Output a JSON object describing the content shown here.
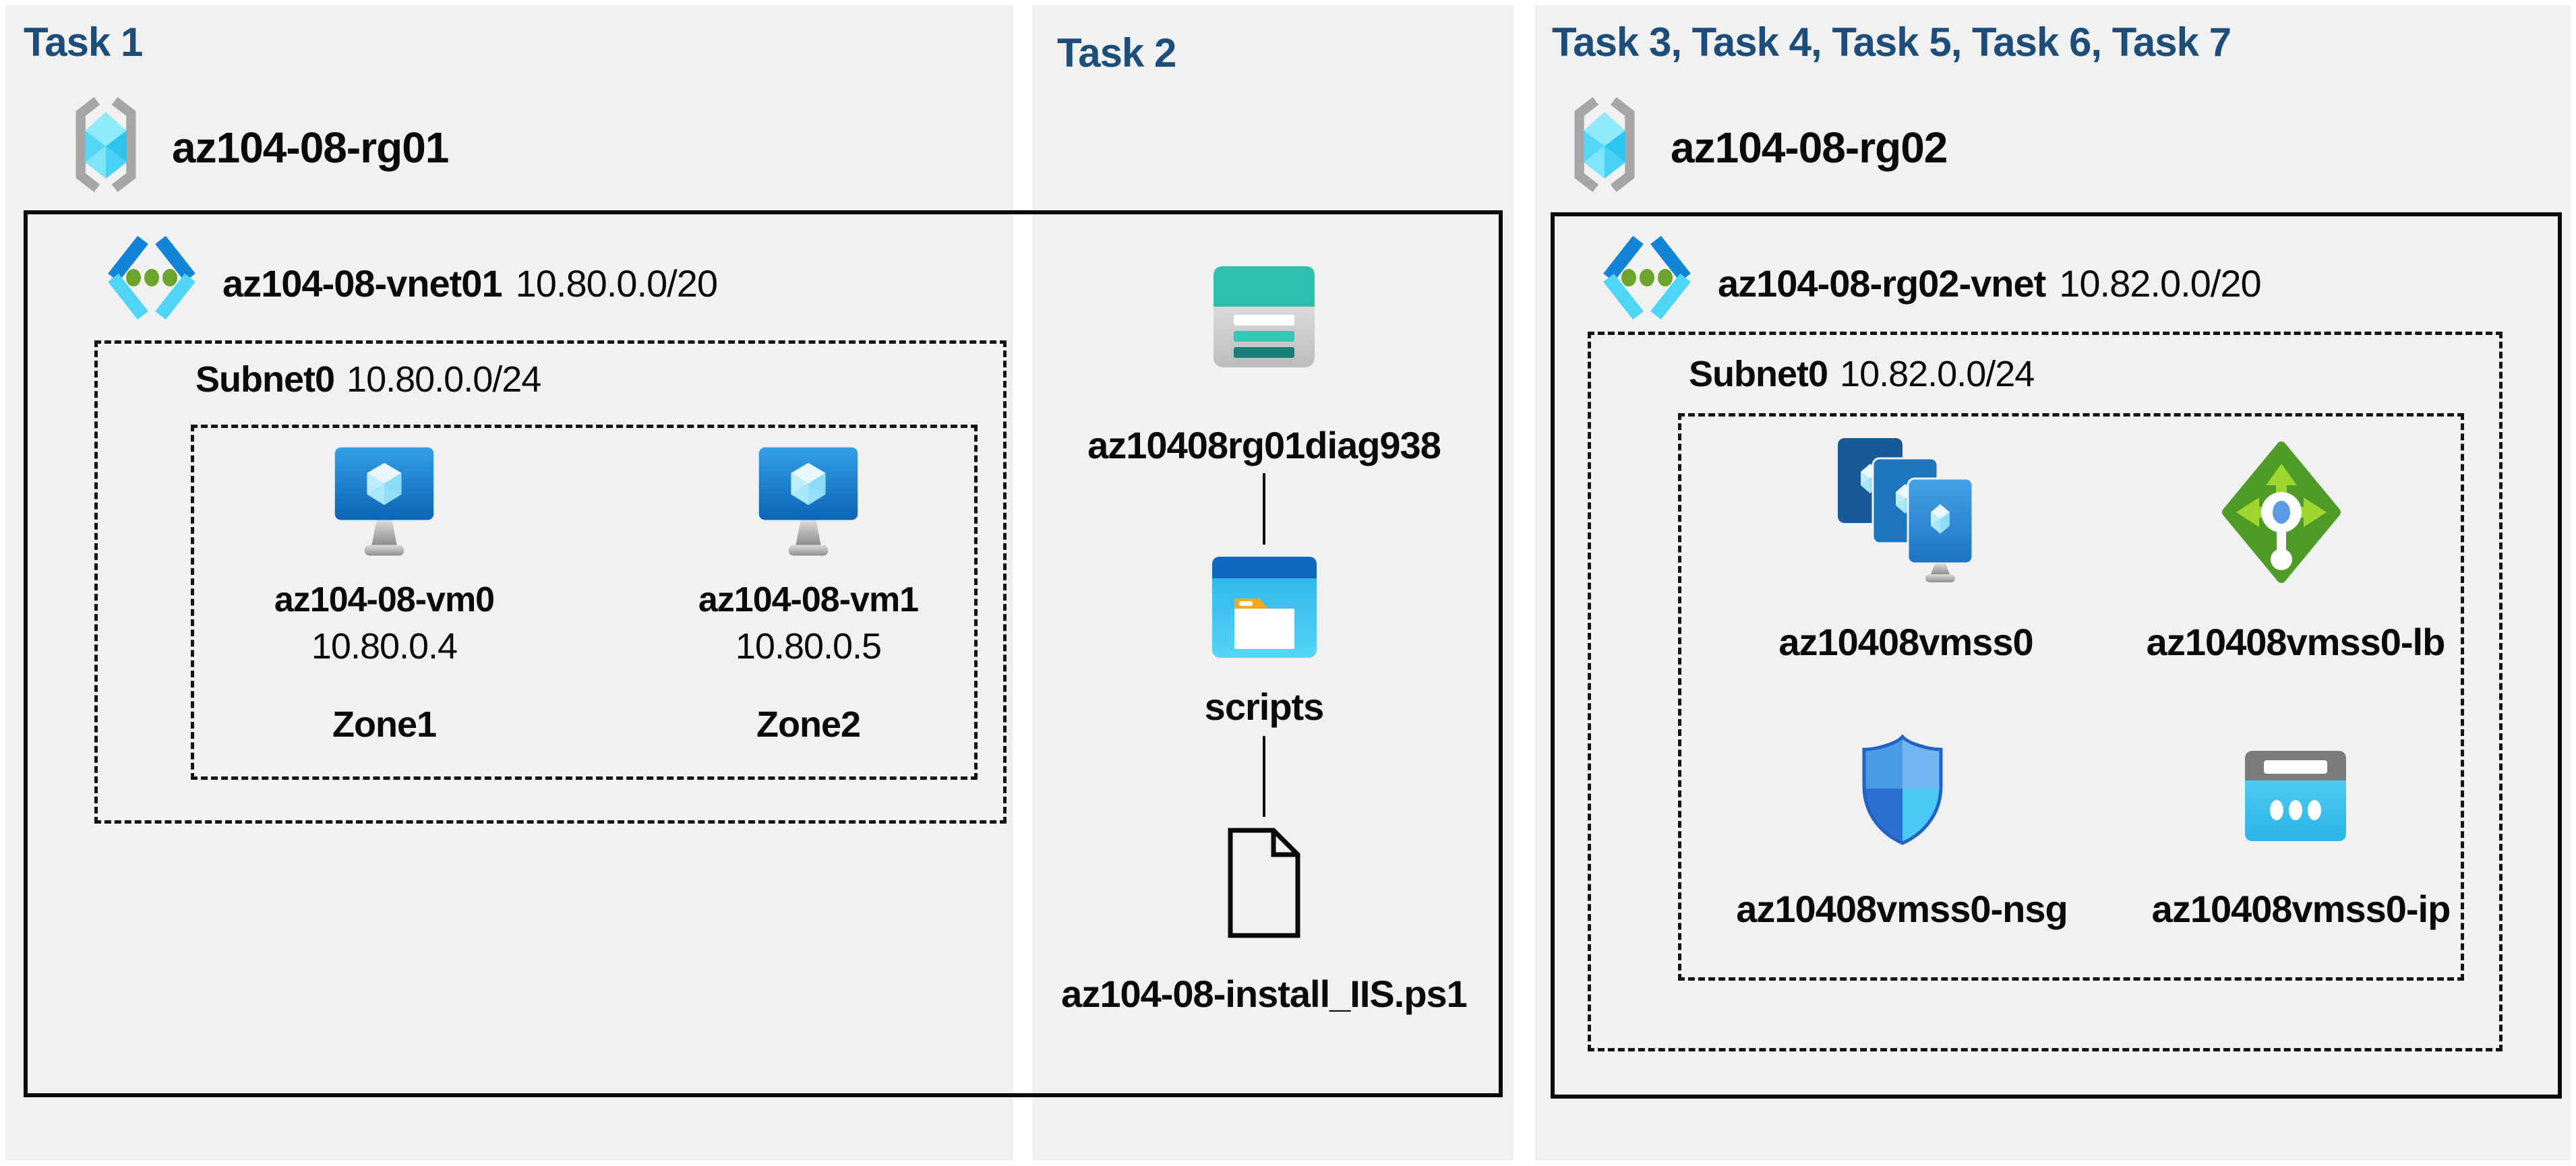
{
  "colors": {
    "task_title": "#1D4E79",
    "panel_bg": "#F1F1F1",
    "box_border": "#0B0B0B",
    "vm_monitor_blue": "#1B76C8",
    "crystal_cyan": "#7FDFF8",
    "vnet_chevron_blue": "#1284D7",
    "vnet_chevron_cyan": "#4ED5F7",
    "vnet_dot_green": "#6CA42C",
    "rg_bracket_gray": "#A6A6A6",
    "storage_teal": "#2FBFAE",
    "storage_teal_dark": "#1A7F74",
    "scripts_titlebar_blue": "#0D68C0",
    "scripts_body_cyan": "#3FC8F0",
    "folder_tab_orange": "#F5A81C",
    "lb_diamond_green": "#4E9B28",
    "lb_arrow_green": "#9ED62F",
    "lb_center_blue": "#5B9BE6",
    "nsg_shield_blue": "#2E6FD2",
    "public_ip_cyan": "#3FC4EF",
    "public_ip_gray": "#7B7B7B"
  },
  "panels": [
    {
      "title": "Task 1",
      "resource_group": {
        "name": "az104-08-rg01"
      },
      "vnet": {
        "name": "az104-08-vnet01",
        "cidr": "10.80.0.0/20"
      },
      "subnet": {
        "name": "Subnet0",
        "cidr": "10.80.0.0/24"
      },
      "vms": [
        {
          "name": "az104-08-vm0",
          "ip": "10.80.0.4",
          "zone": "Zone1"
        },
        {
          "name": "az104-08-vm1",
          "ip": "10.80.0.5",
          "zone": "Zone2"
        }
      ]
    },
    {
      "title": "Task 2",
      "storage_account": {
        "name": "az10408rg01diag938"
      },
      "container": {
        "name": "scripts"
      },
      "script_file": {
        "name": "az104-08-install_IIS.ps1"
      }
    },
    {
      "title": "Task 3, Task 4, Task 5, Task 6, Task 7",
      "resource_group": {
        "name": "az104-08-rg02"
      },
      "vnet": {
        "name": "az104-08-rg02-vnet",
        "cidr": "10.82.0.0/20"
      },
      "subnet": {
        "name": "Subnet0",
        "cidr": "10.82.0.0/24"
      },
      "resources": [
        {
          "name": "az10408vmss0",
          "type": "vm-scale-set"
        },
        {
          "name": "az10408vmss0-lb",
          "type": "load-balancer"
        },
        {
          "name": "az10408vmss0-nsg",
          "type": "network-security-group"
        },
        {
          "name": "az10408vmss0-ip",
          "type": "public-ip"
        }
      ]
    }
  ]
}
